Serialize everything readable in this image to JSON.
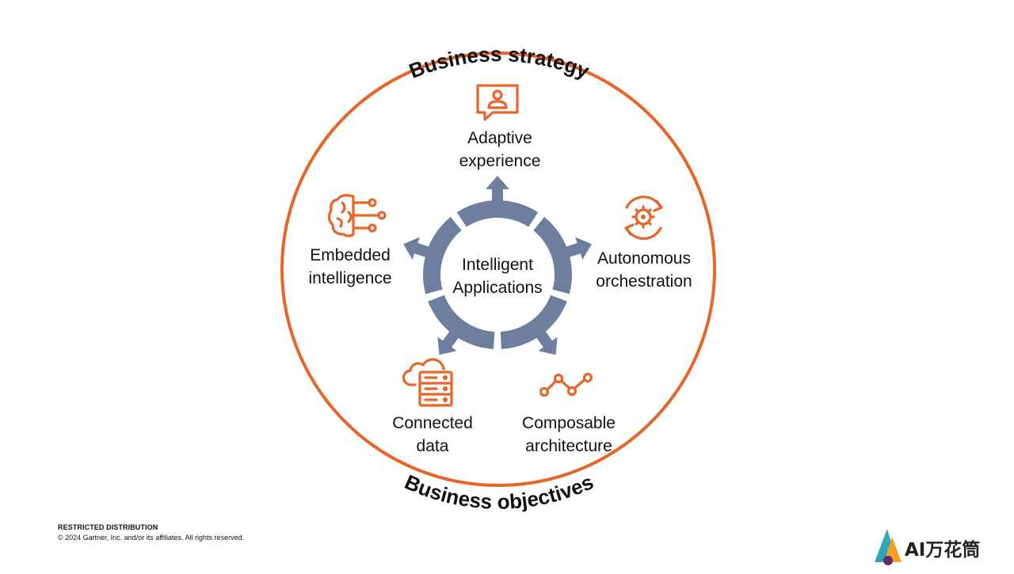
{
  "outer_ring": {
    "top_label": "Business strategy",
    "bottom_label": "Business objectives",
    "color": "#E8652A"
  },
  "hub": {
    "line1": "Intelligent",
    "line2": "Applications",
    "color": "#6E7E9E"
  },
  "nodes": [
    {
      "icon": "presentation-user-icon",
      "line1": "Adaptive",
      "line2": "experience"
    },
    {
      "icon": "gear-refresh-icon",
      "line1": "Autonomous",
      "line2": "orchestration"
    },
    {
      "icon": "connected-nodes-icon",
      "line1": "Composable",
      "line2": "architecture"
    },
    {
      "icon": "cloud-server-icon",
      "line1": "Connected",
      "line2": "data"
    },
    {
      "icon": "brain-circuit-icon",
      "line1": "Embedded",
      "line2": "intelligence"
    }
  ],
  "footer": {
    "restricted": "RESTRICTED DISTRIBUTION",
    "copyright": "© 2024 Gartner, Inc. and/or its affiliates. All rights reserved."
  },
  "watermark": {
    "text": "AI万花筒"
  },
  "colors": {
    "accent": "#E8652A",
    "hub": "#6E7E9E",
    "text": "#111111"
  }
}
